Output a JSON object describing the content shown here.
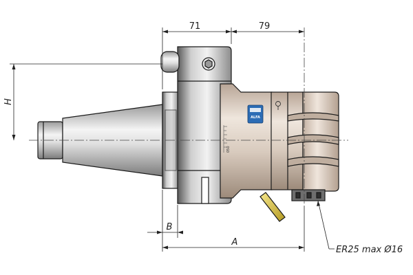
{
  "dimensions": {
    "top_left": "71",
    "top_right": "79",
    "height_label": "H",
    "bottom_b": "B",
    "bottom_a": "A"
  },
  "callout": {
    "collet_spec": "ER25 max Ø16"
  },
  "logo": {
    "text": "ALFA"
  },
  "scale": {
    "label": "050"
  },
  "colors": {
    "steel_dark": "#8a8a8a",
    "steel_mid": "#d2d2d2",
    "steel_light": "#f2f2f2",
    "body_tan": "#c9b8a8",
    "body_tan_light": "#ede4da",
    "body_tan_dark": "#9c8a7a",
    "logo_blue": "#2b6cb5",
    "tool_yellow": "#e8d24a"
  }
}
